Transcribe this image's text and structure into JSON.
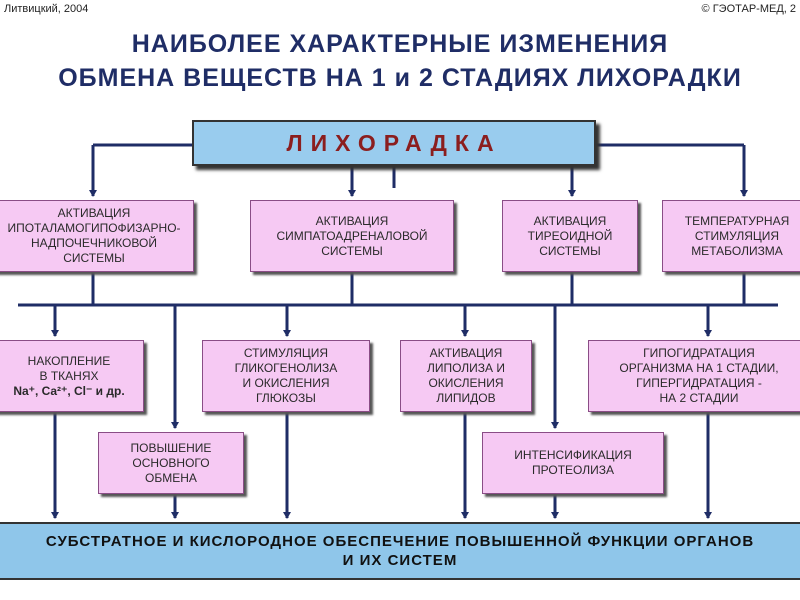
{
  "header": {
    "copyright_left": "Литвицкий, 2004",
    "copyright_right": "© ГЭОТАР-МЕД, 2"
  },
  "title": {
    "line1": "НАИБОЛЕЕ ХАРАКТЕРНЫЕ ИЗМЕНЕНИЯ",
    "line2": "ОБМЕНА ВЕЩЕСТВ НА 1 и 2 СТАДИЯХ ЛИХОРАДКИ"
  },
  "root": {
    "label": "ЛИХОРАДКА"
  },
  "level1": [
    {
      "label": "АКТИВАЦИЯ\nИПОТАЛАМОГИПОФИЗАРНО-\nНАДПОЧЕЧНИКОВОЙ\nСИСТЕМЫ"
    },
    {
      "label": "АКТИВАЦИЯ\nСИМПАТОАДРЕНАЛОВОЙ\nСИСТЕМЫ"
    },
    {
      "label": "АКТИВАЦИЯ\nТИРЕОИДНОЙ\nСИСТЕМЫ"
    },
    {
      "label": "ТЕМПЕРАТУРНАЯ\nСТИМУЛЯЦИЯ\nМЕТАБОЛИЗМА"
    }
  ],
  "level2": [
    {
      "label": "НАКОПЛЕНИЕ\nВ ТКАНЯХ",
      "ions": "Na⁺, Ca²⁺, Cl⁻ и др."
    },
    {
      "label": "СТИМУЛЯЦИЯ\nГЛИКОГЕНОЛИЗА\nИ ОКИСЛЕНИЯ\nГЛЮКОЗЫ"
    },
    {
      "label": "АКТИВАЦИЯ\nЛИПОЛИЗА И\nОКИСЛЕНИЯ\nЛИПИДОВ"
    },
    {
      "label": "ГИПОГИДРАТАЦИЯ\nОРГАНИЗМА НА 1 СТАДИИ,\nГИПЕРГИДРАТАЦИЯ -\nНА 2 СТАДИИ"
    },
    {
      "label": "ПОВЫШЕНИЕ\nОСНОВНОГО\nОБМЕНА"
    },
    {
      "label": "ИНТЕНСИФИКАЦИЯ\nПРОТЕОЛИЗА"
    }
  ],
  "result": {
    "label": "СУБСТРАТНОЕ И КИСЛОРОДНОЕ ОБЕСПЕЧЕНИЕ ПОВЫШЕННОЙ ФУНКЦИИ ОРГАНОВ\nИ ИХ СИСТЕМ"
  },
  "colors": {
    "title": "#1f2d66",
    "root_fill": "#99ccee",
    "root_text": "#8b1e1e",
    "box_fill": "#f6c9f3",
    "connector": "#1f2d66",
    "result_fill": "#8fc6ea"
  }
}
